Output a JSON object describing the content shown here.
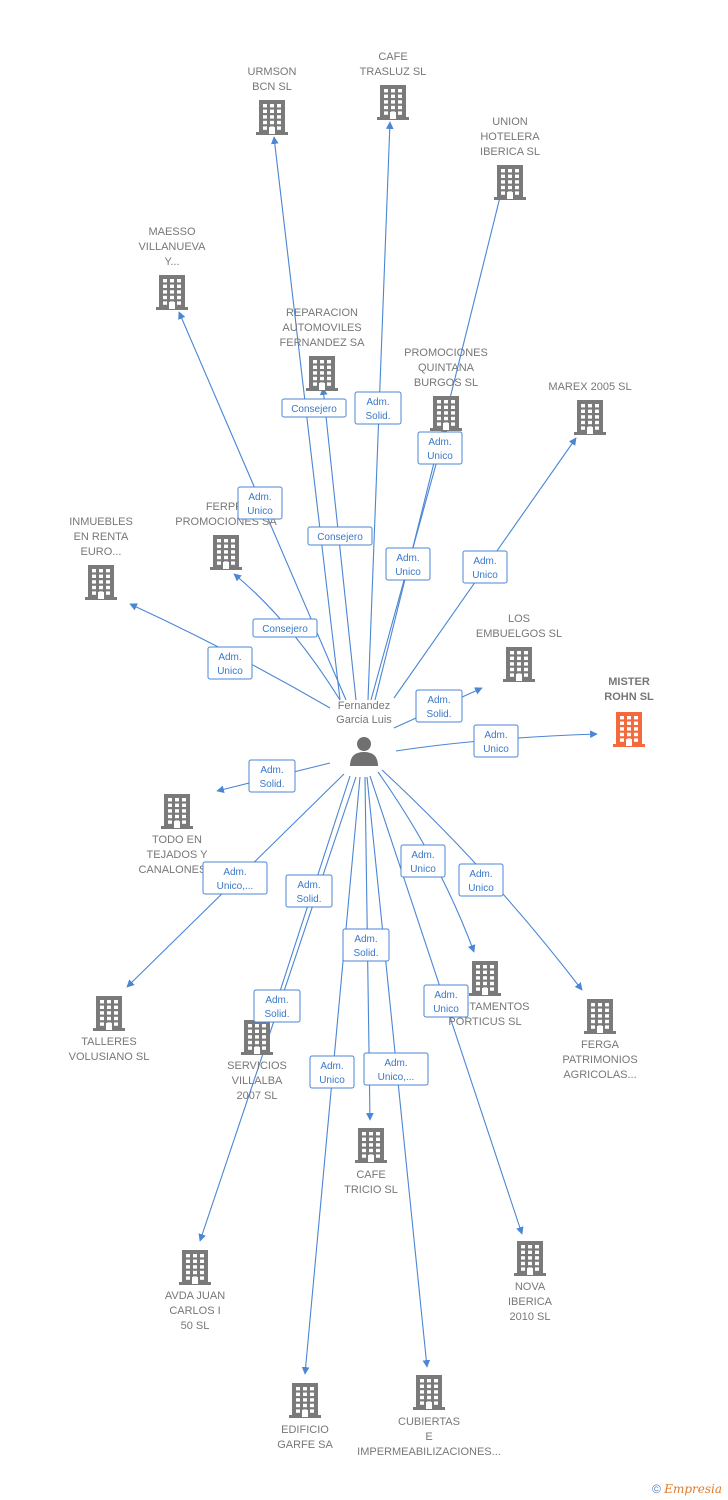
{
  "center": {
    "name_lines": [
      "Fernandez",
      "Garcia Luis"
    ],
    "icon": "person-icon"
  },
  "colors": {
    "edge": "#4a86d4",
    "company": "#7a7a7a",
    "target_company": "#f26a3d"
  },
  "nodes": [
    {
      "id": "urmson",
      "label_lines": [
        "URMSON",
        "BCN SL"
      ],
      "icon": "building-icon",
      "highlight": false
    },
    {
      "id": "cafe-trasluz",
      "label_lines": [
        "CAFE",
        "TRASLUZ  SL"
      ],
      "icon": "building-icon",
      "highlight": false
    },
    {
      "id": "union-hotelera",
      "label_lines": [
        "UNION",
        "HOTELERA",
        "IBERICA SL"
      ],
      "icon": "building-icon",
      "highlight": false
    },
    {
      "id": "maesso",
      "label_lines": [
        "MAESSO",
        "VILLANUEVA",
        "Y..."
      ],
      "icon": "building-icon",
      "highlight": false
    },
    {
      "id": "reparacion",
      "label_lines": [
        "REPARACION",
        "AUTOMOVILES",
        "FERNANDEZ SA"
      ],
      "icon": "building-icon",
      "highlight": false
    },
    {
      "id": "promociones-quintana",
      "label_lines": [
        "PROMOCIONES",
        "QUINTANA",
        "BURGOS SL"
      ],
      "icon": "building-icon",
      "highlight": false
    },
    {
      "id": "marex",
      "label_lines": [
        "MAREX 2005 SL"
      ],
      "icon": "building-icon",
      "highlight": false
    },
    {
      "id": "ferpri",
      "label_lines": [
        "FERPRI",
        "PROMOCIONES SA"
      ],
      "icon": "building-icon",
      "highlight": false
    },
    {
      "id": "inmuebles",
      "label_lines": [
        "INMUEBLES",
        "EN RENTA",
        "EURO..."
      ],
      "icon": "building-icon",
      "highlight": false
    },
    {
      "id": "los-embuelgos",
      "label_lines": [
        "LOS",
        "EMBUELGOS SL"
      ],
      "icon": "building-icon",
      "highlight": false
    },
    {
      "id": "mister-rohn",
      "label_lines": [
        "MISTER",
        "ROHN  SL"
      ],
      "icon": "building-icon",
      "highlight": true
    },
    {
      "id": "todo-en-tejados",
      "label_lines": [
        "TODO EN",
        "TEJADOS Y",
        "CANALONES..."
      ],
      "icon": "building-icon",
      "highlight": false
    },
    {
      "id": "talleres",
      "label_lines": [
        "TALLERES",
        "VOLUSIANO SL"
      ],
      "icon": "building-icon",
      "highlight": false
    },
    {
      "id": "servicios-villalba",
      "label_lines": [
        "SERVICIOS",
        "VILLALBA",
        "2007 SL"
      ],
      "icon": "building-icon",
      "highlight": false
    },
    {
      "id": "apartamentos",
      "label_lines": [
        "APARTAMENTOS",
        "PORTICUS SL"
      ],
      "icon": "building-icon",
      "highlight": false
    },
    {
      "id": "ferga",
      "label_lines": [
        "FERGA",
        "PATRIMONIOS",
        "AGRICOLAS..."
      ],
      "icon": "building-icon",
      "highlight": false
    },
    {
      "id": "cafe-tricio",
      "label_lines": [
        "CAFE",
        "TRICIO  SL"
      ],
      "icon": "building-icon",
      "highlight": false
    },
    {
      "id": "avda-juan",
      "label_lines": [
        "AVDA JUAN",
        "CARLOS I",
        "50  SL"
      ],
      "icon": "building-icon",
      "highlight": false
    },
    {
      "id": "nova-iberica",
      "label_lines": [
        "NOVA",
        "IBERICA",
        "2010 SL"
      ],
      "icon": "building-icon",
      "highlight": false
    },
    {
      "id": "edificio-garfe",
      "label_lines": [
        "EDIFICIO",
        "GARFE SA"
      ],
      "icon": "building-icon",
      "highlight": false
    },
    {
      "id": "cubiertas",
      "label_lines": [
        "CUBIERTAS",
        "E",
        "IMPERMEABILIZACIONES..."
      ],
      "icon": "building-icon",
      "highlight": false
    }
  ],
  "edges": [
    {
      "to": "urmson",
      "role_lines": [
        "Consejero"
      ]
    },
    {
      "to": "cafe-trasluz",
      "role_lines": [
        "Adm.",
        "Solid."
      ]
    },
    {
      "to": "union-hotelera",
      "role_lines": [
        "Adm.",
        "Unico"
      ]
    },
    {
      "to": "maesso",
      "role_lines": [
        "Adm.",
        "Unico"
      ]
    },
    {
      "to": "reparacion",
      "role_lines": [
        "Consejero"
      ]
    },
    {
      "to": "promociones-quintana",
      "role_lines": [
        "Adm.",
        "Unico"
      ]
    },
    {
      "to": "marex",
      "role_lines": [
        "Adm.",
        "Unico"
      ]
    },
    {
      "to": "ferpri",
      "role_lines": [
        "Consejero"
      ]
    },
    {
      "to": "inmuebles",
      "role_lines": [
        "Adm.",
        "Unico"
      ]
    },
    {
      "to": "los-embuelgos",
      "role_lines": [
        "Adm.",
        "Solid."
      ]
    },
    {
      "to": "mister-rohn",
      "role_lines": [
        "Adm.",
        "Unico"
      ]
    },
    {
      "to": "todo-en-tejados",
      "role_lines": [
        "Adm.",
        "Solid."
      ]
    },
    {
      "to": "talleres",
      "role_lines": [
        "Adm.",
        "Unico,..."
      ]
    },
    {
      "to": "servicios-villalba",
      "role_lines": [
        "Adm.",
        "Solid."
      ]
    },
    {
      "to": "apartamentos",
      "role_lines": [
        "Adm.",
        "Unico"
      ]
    },
    {
      "to": "ferga",
      "role_lines": [
        "Adm.",
        "Unico"
      ]
    },
    {
      "to": "cafe-tricio",
      "role_lines": [
        "Adm.",
        "Solid."
      ]
    },
    {
      "to": "avda-juan",
      "role_lines": [
        "Adm.",
        "Solid."
      ]
    },
    {
      "to": "nova-iberica",
      "role_lines": [
        "Adm.",
        "Unico"
      ]
    },
    {
      "to": "edificio-garfe",
      "role_lines": [
        "Adm.",
        "Unico"
      ]
    },
    {
      "to": "cubiertas",
      "role_lines": [
        "Adm.",
        "Unico,..."
      ]
    }
  ],
  "footer": {
    "copyright": "©",
    "brand": "Empresia"
  }
}
